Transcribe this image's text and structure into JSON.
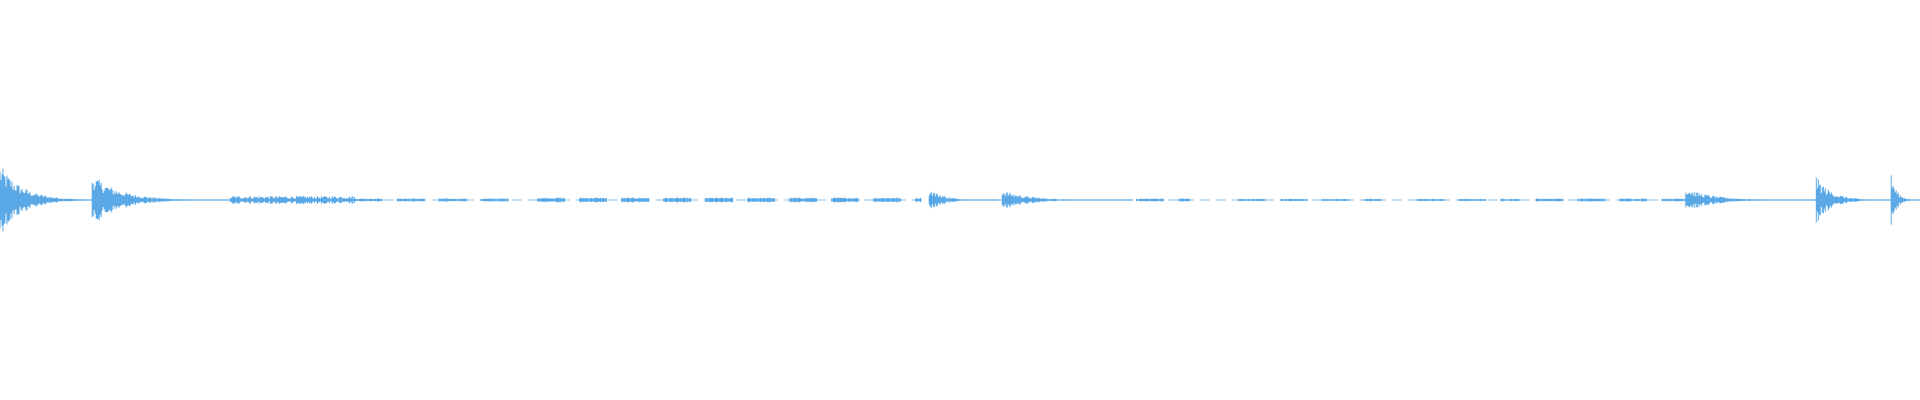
{
  "waveform": {
    "color": "#5aa9e6",
    "background": "#ffffff",
    "duration_fraction_visible": 1.0,
    "segments": [
      {
        "start": 0.0,
        "end": 0.058,
        "peak": 0.18,
        "decay": "burst"
      },
      {
        "start": 0.048,
        "end": 0.12,
        "peak": 0.13,
        "decay": "burst"
      },
      {
        "start": 0.12,
        "end": 0.185,
        "peak": 0.02,
        "decay": "flat"
      },
      {
        "start": 0.185,
        "end": 0.265,
        "peak": 0.008,
        "decay": "dashed"
      },
      {
        "start": 0.28,
        "end": 0.48,
        "peak": 0.012,
        "decay": "dashed"
      },
      {
        "start": 0.484,
        "end": 0.52,
        "peak": 0.06,
        "decay": "burst"
      },
      {
        "start": 0.522,
        "end": 0.59,
        "peak": 0.05,
        "decay": "burst"
      },
      {
        "start": 0.592,
        "end": 0.62,
        "peak": 0.008,
        "decay": "dashed"
      },
      {
        "start": 0.645,
        "end": 0.72,
        "peak": 0.006,
        "decay": "dashed"
      },
      {
        "start": 0.738,
        "end": 0.792,
        "peak": 0.006,
        "decay": "dashed"
      },
      {
        "start": 0.8,
        "end": 0.878,
        "peak": 0.008,
        "decay": "dashed"
      },
      {
        "start": 0.878,
        "end": 0.948,
        "peak": 0.06,
        "decay": "burst"
      },
      {
        "start": 0.946,
        "end": 0.985,
        "peak": 0.12,
        "decay": "burst"
      },
      {
        "start": 0.985,
        "end": 1.0,
        "peak": 0.13,
        "decay": "burst"
      }
    ]
  }
}
